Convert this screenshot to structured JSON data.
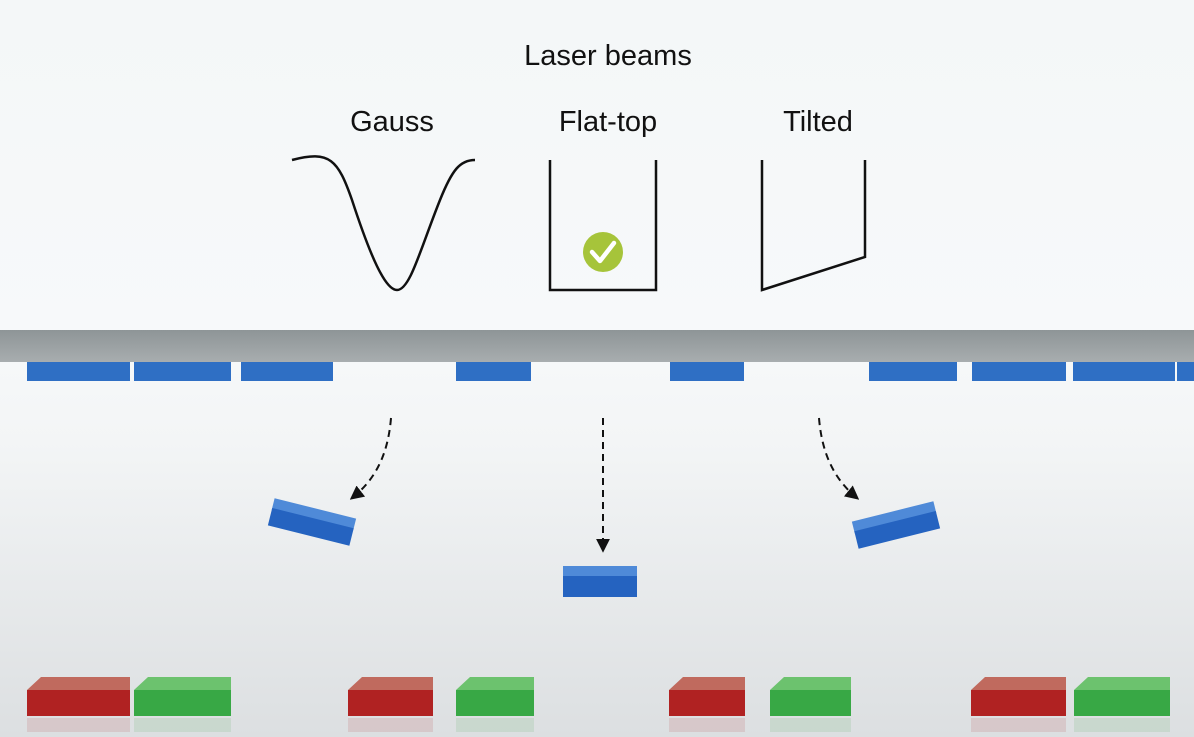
{
  "title": "Laser beams",
  "beams": [
    {
      "label": "Gauss",
      "selected": false
    },
    {
      "label": "Flat-top",
      "selected": true
    },
    {
      "label": "Tilted",
      "selected": false
    }
  ],
  "colors": {
    "chip_blue": "#2f6fc4",
    "chip_red": "#b02222",
    "chip_green": "#38a845",
    "check_green": "#a6c43a",
    "carrier_gray": "#9aa1a3"
  }
}
